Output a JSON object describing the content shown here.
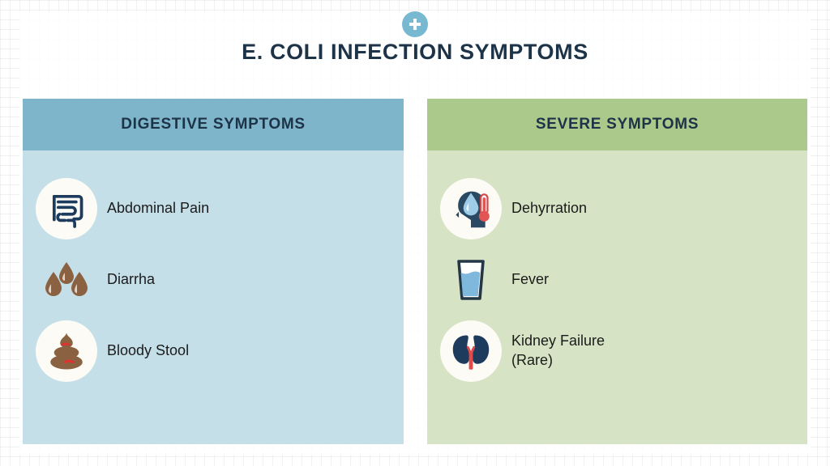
{
  "header": {
    "badge_icon": "medical-cross-icon",
    "title": "E. COLI INFECTION SYMPTOMS"
  },
  "colors": {
    "page_background": "#ffffff",
    "title_text": "#1d3347",
    "badge": "#79b8d1",
    "left_header": "#7fb5ca",
    "left_body": "#c5dfe9",
    "right_header": "#aac98b",
    "right_body": "#d6e3c4",
    "icon_disc": "#fcfbf6",
    "navy": "#1d3b5c",
    "brown": "#8b6241",
    "red": "#e03131",
    "water_blue": "#7fb8dd"
  },
  "panels": [
    {
      "id": "digestive",
      "heading": "DIGESTIVE SYMPTOMS",
      "items": [
        {
          "label": "Abdominal Pain",
          "icon": "intestine-icon",
          "disc": true
        },
        {
          "label": "Diarrha",
          "icon": "droplets-icon",
          "disc": false
        },
        {
          "label": "Bloody Stool",
          "icon": "bloody-stool-icon",
          "disc": true
        }
      ]
    },
    {
      "id": "severe",
      "heading": "SEVERE SYMPTOMS",
      "items": [
        {
          "label": "Dehyrration",
          "icon": "dehydration-head-icon",
          "disc": true
        },
        {
          "label": "Fever",
          "icon": "water-glass-icon",
          "disc": false
        },
        {
          "label": "Kidney Failure\n(Rare)",
          "icon": "kidneys-icon",
          "disc": true
        }
      ]
    }
  ]
}
